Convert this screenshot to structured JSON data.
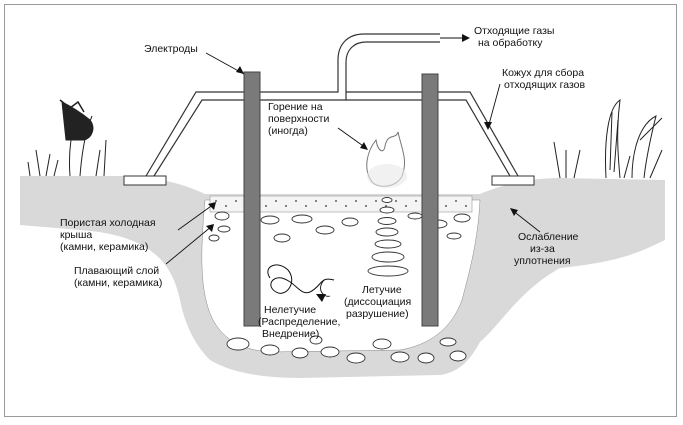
{
  "labels": {
    "electrodes": "Электроды",
    "offgas_1": "Отходящие газы",
    "offgas_2": "на обработку",
    "hood_1": "Кожух для сбора",
    "hood_2": "отходящих газов",
    "combustion_1": "Горение на",
    "combustion_2": "поверхности",
    "combustion_3": "(иногда)",
    "cold_cap_1": "Пористая холодная",
    "cold_cap_2": "крыша",
    "cold_cap_3": "(камни, керамика)",
    "floating_1": "Плавающий слой",
    "floating_2": "(камни, керамика)",
    "subsidence_1": "Ослабление",
    "subsidence_2": "из-за",
    "subsidence_3": "уплотнения",
    "volatile_1": "Летучие",
    "volatile_2": "(диссоциация",
    "volatile_3": "разрушение)",
    "nonvolatile_1": "Нелетучие",
    "nonvolatile_2": "(Распределение,",
    "nonvolatile_3": "Внедрение)"
  },
  "colors": {
    "soil": "#d9d9d9",
    "electrode": "#7a7a7a",
    "frame": "#9a9a9a",
    "ink": "#111111"
  }
}
